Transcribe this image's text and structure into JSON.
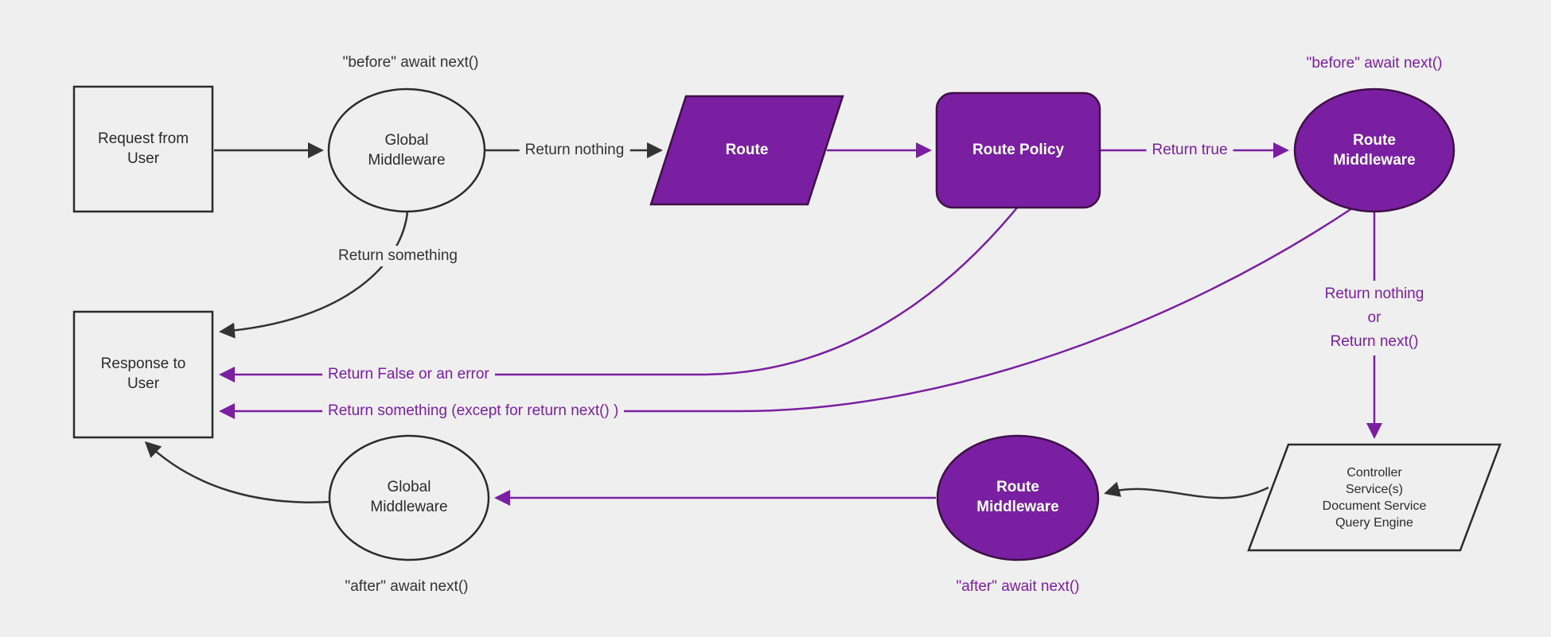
{
  "diagram": {
    "type": "flowchart",
    "colors": {
      "background": "#efefef",
      "accent_purple": "#7b1fa2",
      "purple_stroke": "#3f1047",
      "dark_stroke": "#2b2b2b",
      "edge_dark": "#333333",
      "white_text": "#ffffff",
      "light_node_fill": "#efefef"
    },
    "nodes": {
      "request": {
        "label": "Request from User"
      },
      "global_middleware_top": {
        "label": "Global Middleware"
      },
      "route": {
        "label": "Route"
      },
      "route_policy": {
        "label": "Route Policy"
      },
      "route_middleware_top": {
        "label": "Route Middleware"
      },
      "controller": {
        "line1": "Controller",
        "line2": "Service(s)",
        "line3": "Document Service",
        "line4": "Query Engine"
      },
      "route_middleware_bottom": {
        "label": "Route Middleware"
      },
      "global_middleware_bottom": {
        "label": "Global Middleware"
      },
      "response": {
        "label": "Response to User"
      }
    },
    "edge_labels": {
      "before_global": "\"before\" await next()",
      "before_route_mw": "\"before\" await next()",
      "return_nothing": "Return nothing",
      "return_true": "Return true",
      "return_something": "Return something",
      "return_vertical_line1": "Return nothing",
      "return_vertical_line2": "or",
      "return_vertical_line3": "Return next()",
      "return_false": "Return False or an error",
      "return_something_except": "Return something (except for return next() )",
      "after_route_mw": "\"after\" await next()",
      "after_global": "\"after\" await next()"
    }
  }
}
